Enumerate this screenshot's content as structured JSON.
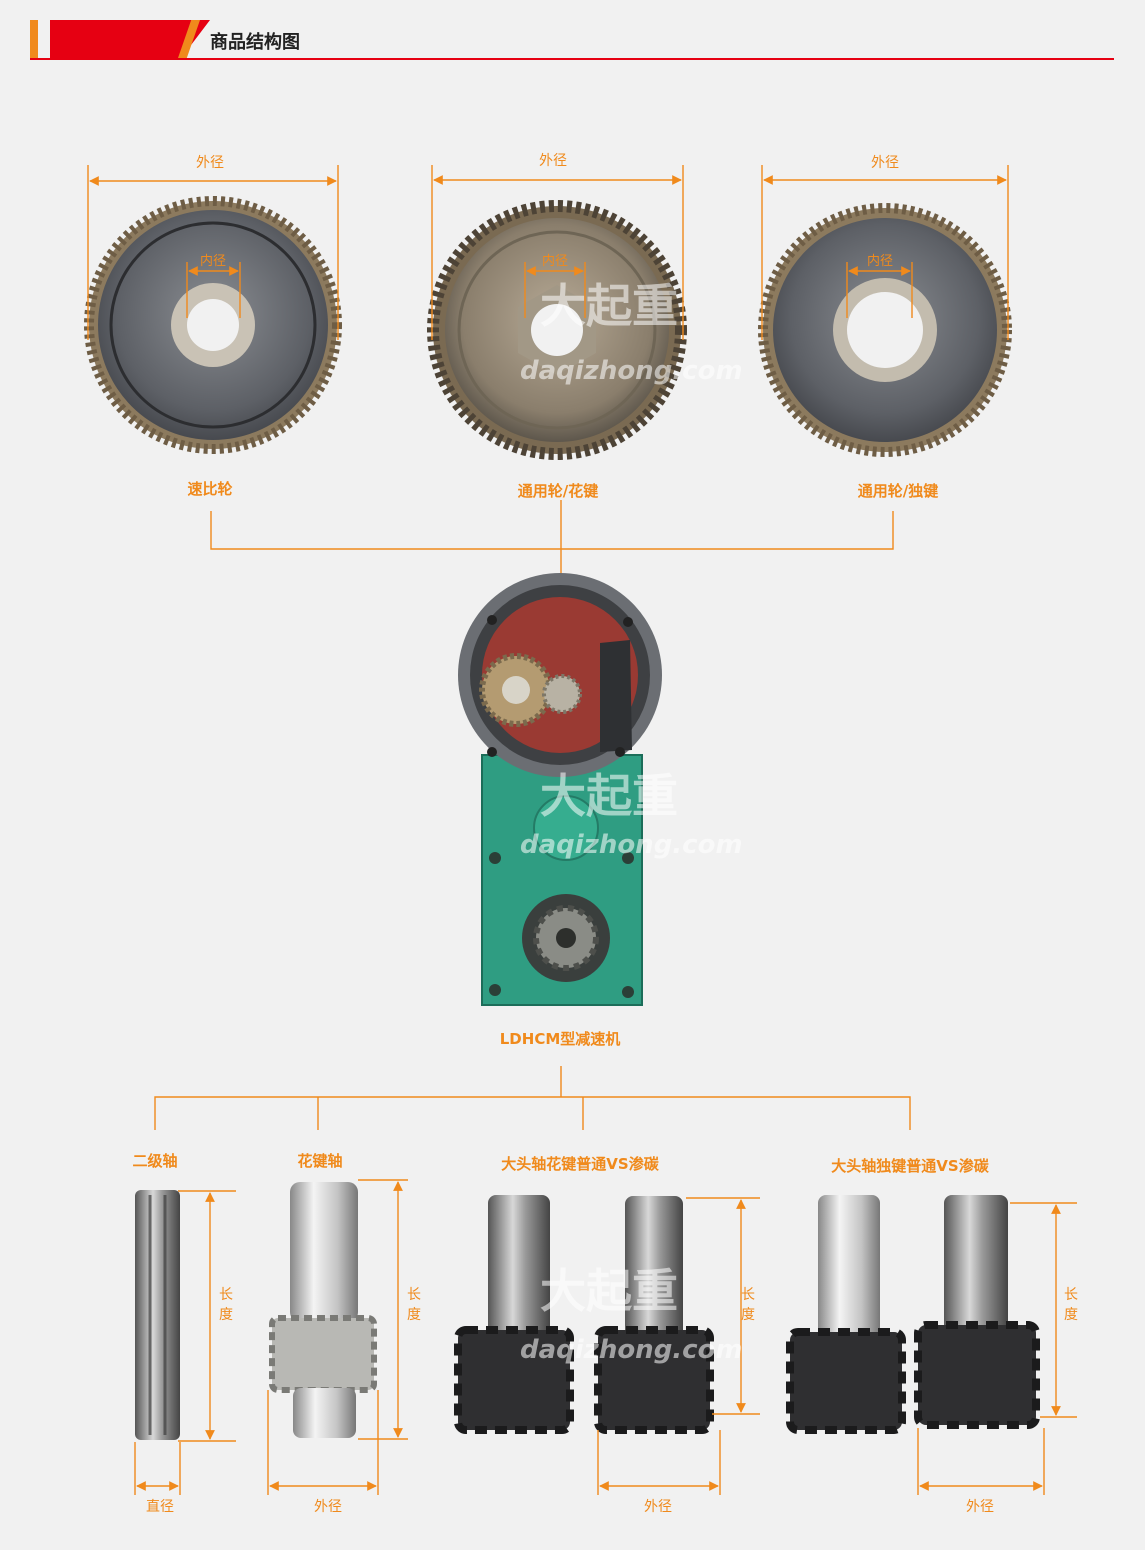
{
  "header": {
    "title": "商品结构图",
    "accent": "#f08a1c",
    "red": "#e60012"
  },
  "gears": [
    {
      "name": "速比轮",
      "outer": "外径",
      "inner": "内径"
    },
    {
      "name": "通用轮/花键",
      "outer": "外径",
      "inner": "内径"
    },
    {
      "name": "通用轮/独键",
      "outer": "外径",
      "inner": "内径"
    }
  ],
  "reducer": {
    "name": "LDHCM型减速机"
  },
  "shafts": [
    {
      "name": "二级轴",
      "length": "长度",
      "width": "直径"
    },
    {
      "name": "花键轴",
      "length": "长度",
      "width": "外径"
    },
    {
      "name": "大头轴花键普通VS渗碳",
      "length": "长度",
      "width": "外径"
    },
    {
      "name": "大头轴独键普通VS渗碳",
      "length": "长度",
      "width": "外径"
    }
  ],
  "watermark": {
    "brand": "大起重",
    "url": "daqizhong.com"
  }
}
